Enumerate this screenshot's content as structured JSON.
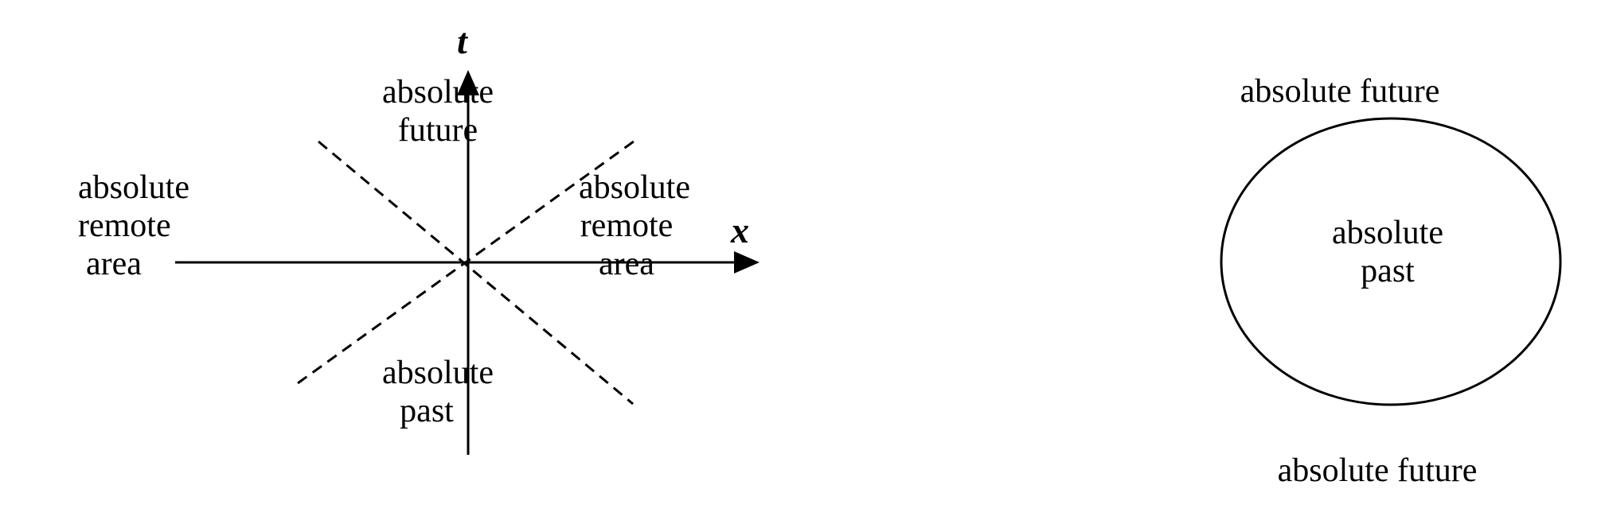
{
  "left_diagram": {
    "axis_t": "t",
    "axis_x": "x",
    "regions": {
      "top": [
        "absolute",
        "future"
      ],
      "bottom": [
        "absolute",
        "past"
      ],
      "left": [
        "absolute",
        "remote",
        "area"
      ],
      "right": [
        "absolute",
        "remote",
        "area"
      ]
    }
  },
  "right_diagram": {
    "top_label": "absolute future",
    "center_label": [
      "absolute",
      "past"
    ],
    "bottom_label": "absolute future"
  },
  "colors": {
    "ink": "#000000",
    "background": "#ffffff"
  }
}
